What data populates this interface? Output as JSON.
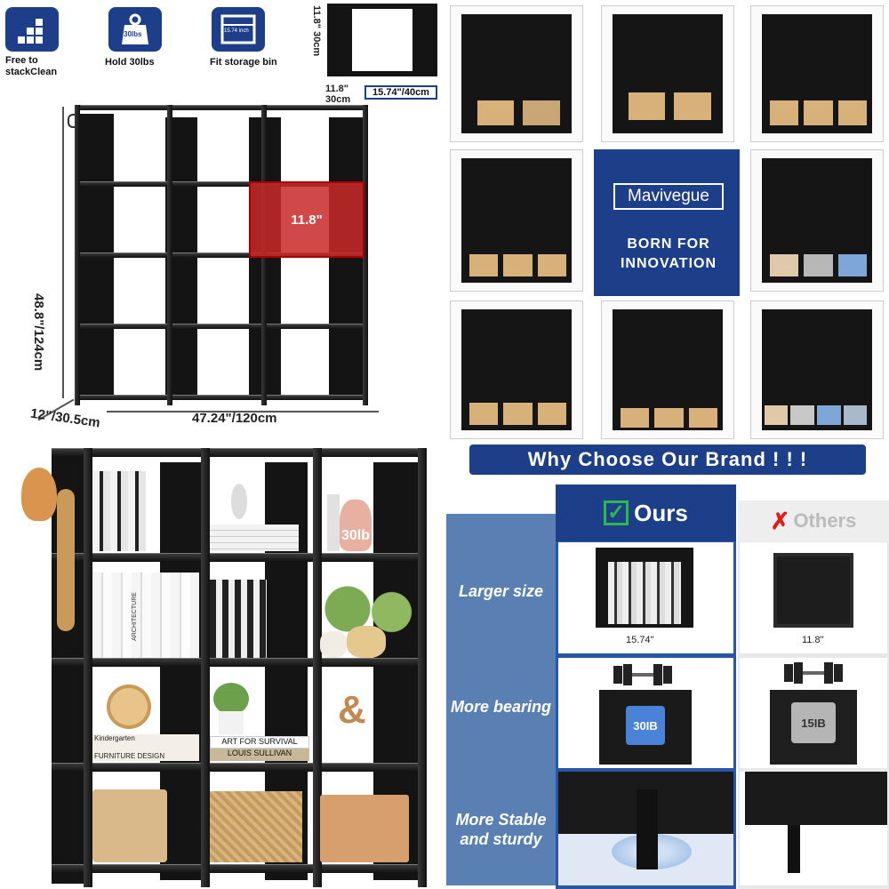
{
  "features": [
    {
      "label": "Free to stackClean",
      "icon": "stack-icon"
    },
    {
      "label": "Hold 30lbs",
      "icon": "weight-icon",
      "badge": "30lbs"
    },
    {
      "label": "Fit storage bin",
      "icon": "storage-bin-icon",
      "badge": "15.74 inch"
    }
  ],
  "cube_dims": {
    "height": "11.8\" 30cm",
    "depth": "11.8\" 30cm",
    "width": "15.74\"/40cm"
  },
  "main_dims": {
    "height": "48.8\"/124cm",
    "depth": "12\"/30.5cm",
    "width": "47.24\"/120cm",
    "cube": "11.8\""
  },
  "photo_labels": {
    "weight": "30lb",
    "book1": "Kindergarten",
    "book2": "FURNITURE DESIGN",
    "book3": "ART FOR SURVIVAL",
    "book4": "LOUIS SULLIVAN",
    "book5": "ARCHITECTURE"
  },
  "brand": {
    "name": "Mavivegue",
    "tagline": "BORN FOR INNOVATION"
  },
  "why_banner": "Why Choose Our Brand ! ! !",
  "comparison": {
    "ours_label": "Ours",
    "others_label": "Others",
    "rows": [
      {
        "label": "Larger size",
        "ours": "15.74\"",
        "others": "11.8\""
      },
      {
        "label": "More bearing",
        "ours": "30IB",
        "others": "15IB"
      },
      {
        "label": "More Stable and sturdy"
      }
    ]
  },
  "colors": {
    "brand_blue": "#1d3f8a",
    "mid_blue": "#2a56a8",
    "light_blue": "#5a7fb2",
    "highlight_red": "#c82828",
    "check_green": "#2fb84a",
    "cross_red": "#e01b1b"
  }
}
